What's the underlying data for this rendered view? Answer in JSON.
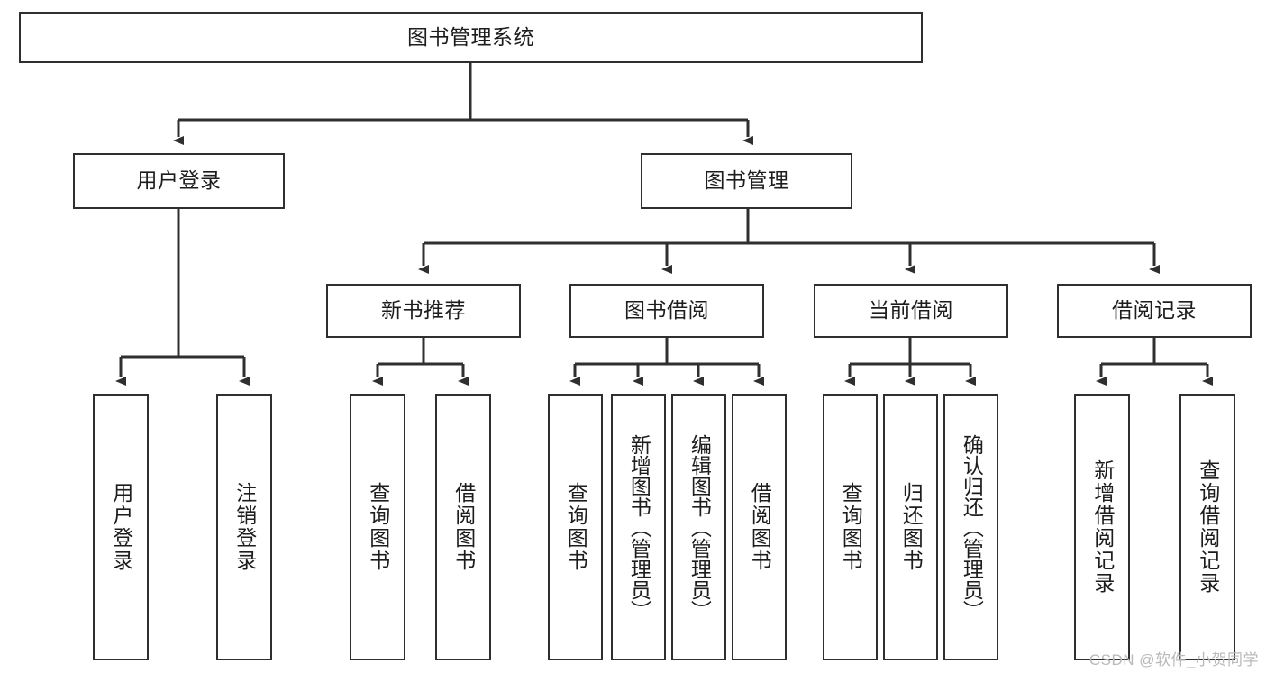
{
  "diagram": {
    "title": "图书管理系统",
    "type": "hierarchy-tree",
    "levels": 4,
    "root": {
      "label": "图书管理系统"
    },
    "level2": [
      {
        "label": "用户登录"
      },
      {
        "label": "图书管理"
      }
    ],
    "level3": [
      {
        "label": "新书推荐",
        "parent": "图书管理"
      },
      {
        "label": "图书借阅",
        "parent": "图书管理"
      },
      {
        "label": "当前借阅",
        "parent": "图书管理"
      },
      {
        "label": "借阅记录",
        "parent": "图书管理"
      }
    ],
    "leaves": {
      "user_login": [
        {
          "label": "用户登录"
        },
        {
          "label": "注销登录"
        }
      ],
      "new_book": [
        {
          "label": "查询图书"
        },
        {
          "label": "借阅图书"
        }
      ],
      "book_borrow": [
        {
          "label": "查询图书"
        },
        {
          "label": "新增图书（管理员）"
        },
        {
          "label": "编辑图书（管理员）"
        },
        {
          "label": "借阅图书"
        }
      ],
      "current_borrow": [
        {
          "label": "查询图书"
        },
        {
          "label": "归还图书"
        },
        {
          "label": "确认归还（管理员）"
        }
      ],
      "borrow_record": [
        {
          "label": "新增借阅记录"
        },
        {
          "label": "查询借阅记录"
        }
      ]
    }
  },
  "watermark": {
    "text": "CSDN @软件_小贺同学"
  },
  "colors": {
    "border": "#2f2f2f",
    "background": "#ffffff",
    "text": "#1d1d1d",
    "watermark": "#b9b9b9"
  }
}
